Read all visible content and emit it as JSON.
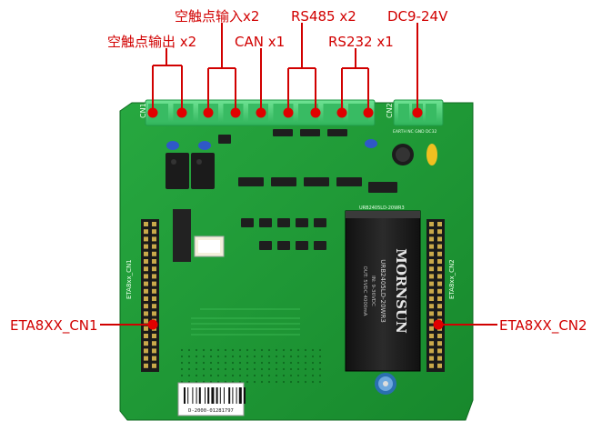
{
  "labels": {
    "dry_contact_out": "空触点输出 x2",
    "dry_contact_in": "空触点输入x2",
    "can": "CAN x1",
    "rs485": "RS485 x2",
    "rs232": "RS232 x1",
    "power": "DC9-24V",
    "cn1": "ETA8XX_CN1",
    "cn2": "ETA8XX_CN2"
  },
  "board": {
    "connector_cn1": "CN1",
    "connector_cn2": "CN2",
    "header_left": "ETA8xx_CN1",
    "header_right": "ETA8xx_CN2",
    "module_brand": "MORNSUN",
    "module_model": "URB2405LD-20WR3",
    "module_pcb_text": "URB2405LD-20WR3",
    "module_input": "IN: 9-36VDC",
    "module_output": "OUT: 5VDC 4000mA",
    "barcode": "D-2000-01281797",
    "power_pins": "EARTH  NC  GND  DC32"
  },
  "colors": {
    "annotation": "#d10000",
    "pcb": "#1f9a35",
    "pcb_dark": "#157a27",
    "terminal": "#4fd07a",
    "module": "#1e1e1e"
  }
}
